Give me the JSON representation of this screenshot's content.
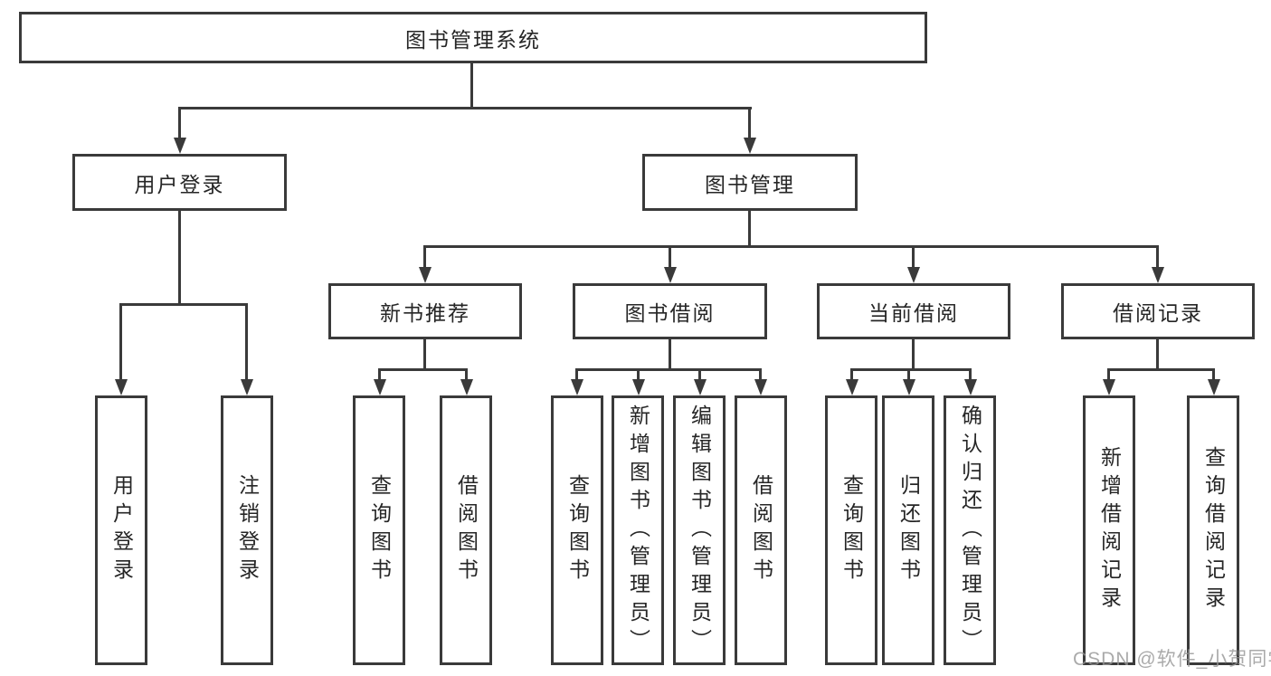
{
  "diagram": {
    "root": "图书管理系统",
    "level2": [
      "用户登录",
      "图书管理"
    ],
    "level3": [
      "新书推荐",
      "图书借阅",
      "当前借阅",
      "借阅记录"
    ],
    "leaves": {
      "user": [
        "用户登录",
        "注销登录"
      ],
      "recommend": [
        "查询图书",
        "借阅图书"
      ],
      "borrow": [
        "查询图书",
        "新增图书（管理员）",
        "编辑图书（管理员）",
        "借阅图书"
      ],
      "current": [
        "查询图书",
        "归还图书",
        "确认归还（管理员）"
      ],
      "record": [
        "新增借阅记录",
        "查询借阅记录"
      ]
    },
    "colors": {
      "line": "#3a3a3a",
      "text": "#262626",
      "watermark": "#969696",
      "background": "#ffffff"
    },
    "watermark": "CSDN @软件_小贺同学"
  }
}
